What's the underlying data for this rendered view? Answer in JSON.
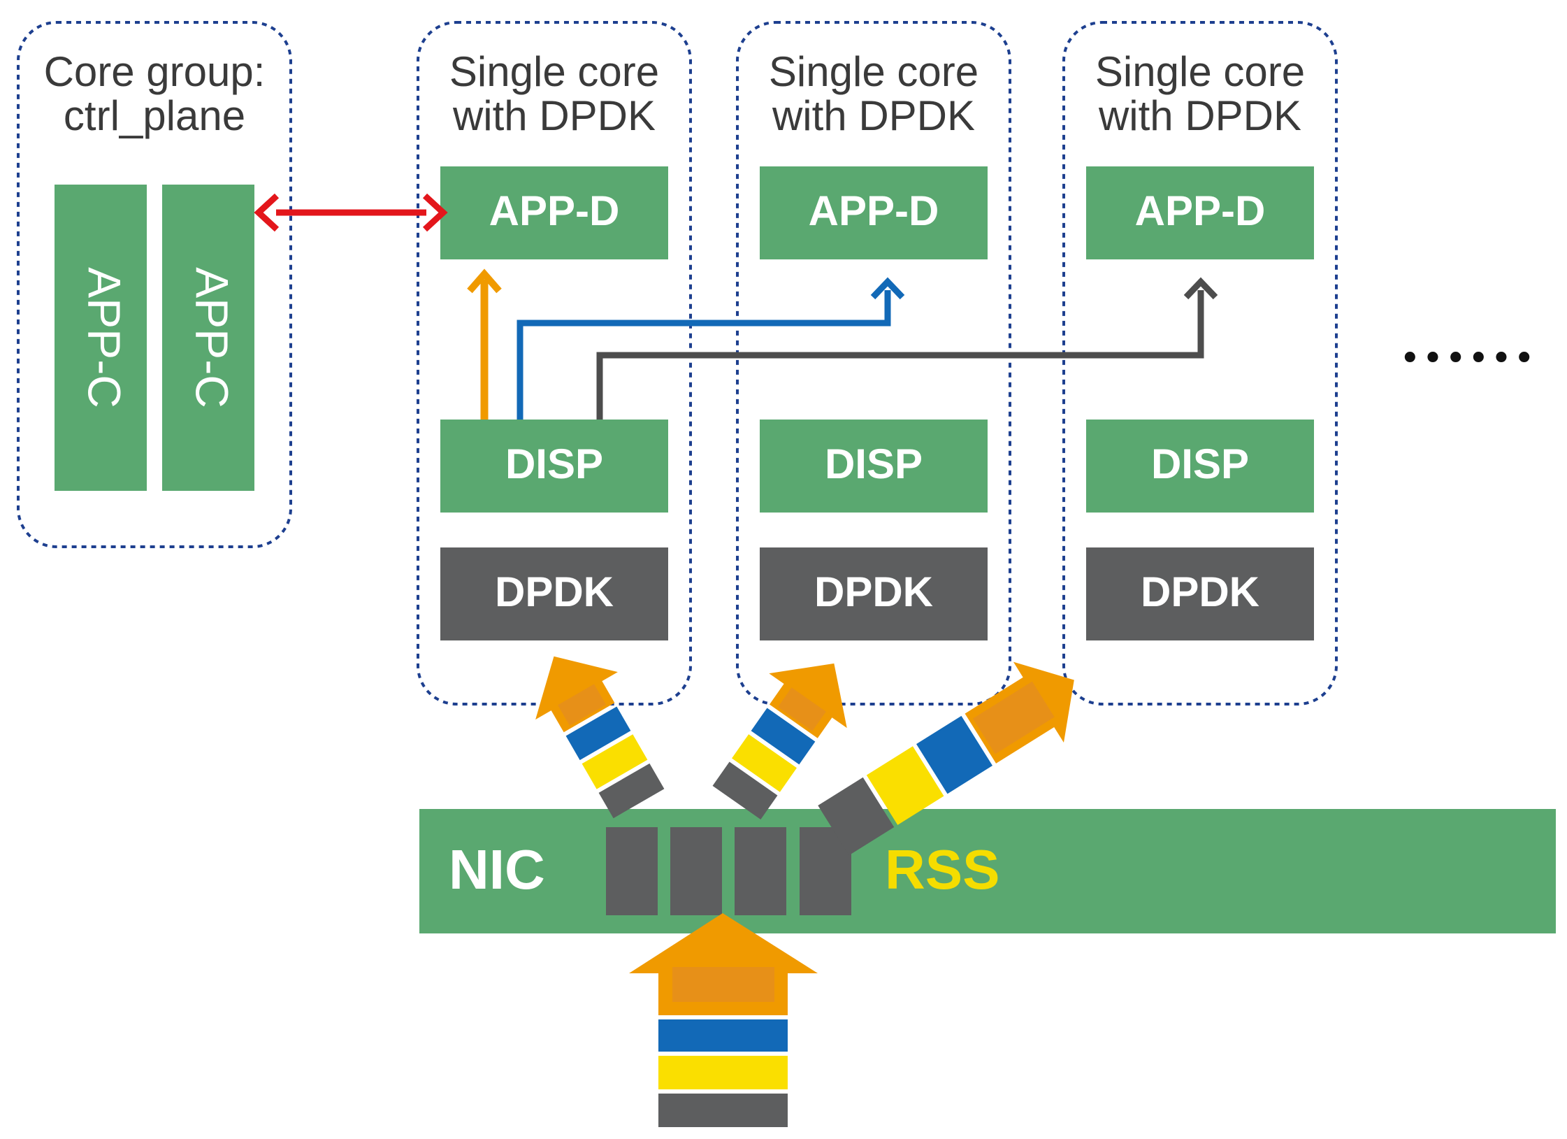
{
  "colors": {
    "green": "#5aa870",
    "dark_gray": "#5d5e5f",
    "orange": "#f09a00",
    "blue": "#1269b7",
    "yellow": "#fadf00",
    "red": "#e3161b",
    "dotted_border": "#1d3f8f"
  },
  "ctrl_group": {
    "title_line1": "Core group:",
    "title_line2": "ctrl_plane",
    "app_c_1": "APP-C",
    "app_c_2": "APP-C"
  },
  "cores": [
    {
      "title_line1": "Single core",
      "title_line2": "with DPDK",
      "app": "APP-D",
      "disp": "DISP",
      "dpdk": "DPDK"
    },
    {
      "title_line1": "Single core",
      "title_line2": "with DPDK",
      "app": "APP-D",
      "disp": "DISP",
      "dpdk": "DPDK"
    },
    {
      "title_line1": "Single core",
      "title_line2": "with DPDK",
      "app": "APP-D",
      "disp": "DISP",
      "dpdk": "DPDK"
    }
  ],
  "ellipsis": "••••••",
  "nic": {
    "label": "NIC",
    "rss_label": "RSS"
  },
  "icons": [
    "bidirectional-red-arrow-icon",
    "orange-up-arrow-icon",
    "blue-elbow-arrow-icon",
    "gray-elbow-arrow-icon",
    "packet-stream-arrow-icon"
  ]
}
